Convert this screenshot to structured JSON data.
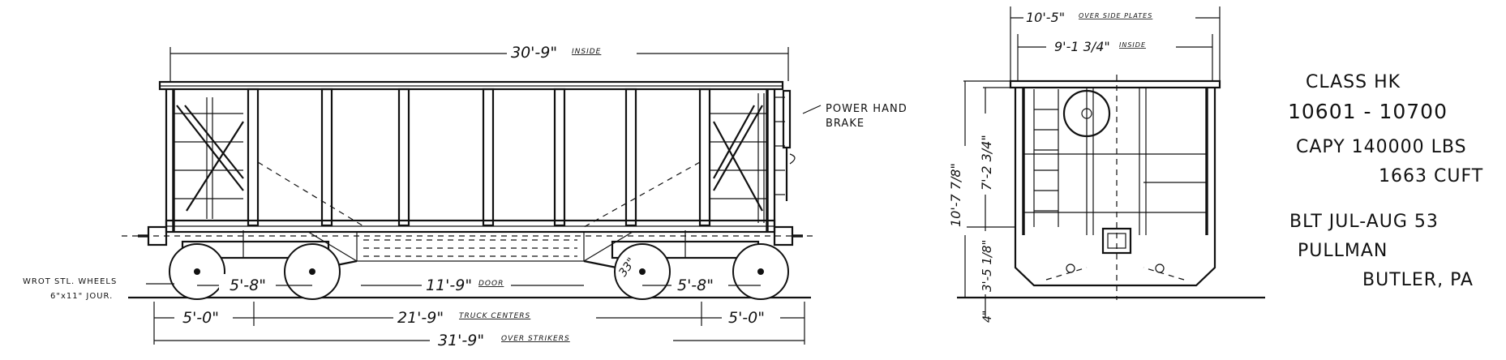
{
  "side_view": {
    "inside_length": "30'-9\"",
    "inside_length_caption": "INSIDE",
    "power_brake_line1": "POWER HAND",
    "power_brake_line2": "BRAKE",
    "wheels_line1": "WROT STL. WHEELS",
    "wheels_line2": "6\"x11\" JOUR.",
    "wheelbase_left": "5'-8\"",
    "wheelbase_right": "5'-8\"",
    "door_length": "11'-9\"",
    "door_caption": "DOOR",
    "wheel_diameter": "33\"",
    "overhang_left": "5'-0\"",
    "overhang_right": "5'-0\"",
    "truck_centers": "21'-9\"",
    "truck_centers_caption": "TRUCK CENTERS",
    "over_strikers": "31'-9\"",
    "over_strikers_caption": "OVER STRIKERS"
  },
  "end_view": {
    "over_side_plates": "10'-5\"",
    "over_side_plates_caption": "OVER SIDE PLATES",
    "inside_width": "9'-1 3/4\"",
    "inside_width_caption": "INSIDE",
    "height_overall": "10'-7 7/8\"",
    "height_inside": "7'-2 3/4\"",
    "height_lower": "3'-5 1/8\"",
    "rail_height": "4\""
  },
  "notes": {
    "class": "CLASS HK",
    "numbers": "10601 - 10700",
    "capacity_weight": "CAPY 140000 LBS",
    "capacity_volume": "1663 CUFT",
    "built": "BLT JUL-AUG 53",
    "builder": "PULLMAN",
    "location": "BUTLER, PA"
  }
}
